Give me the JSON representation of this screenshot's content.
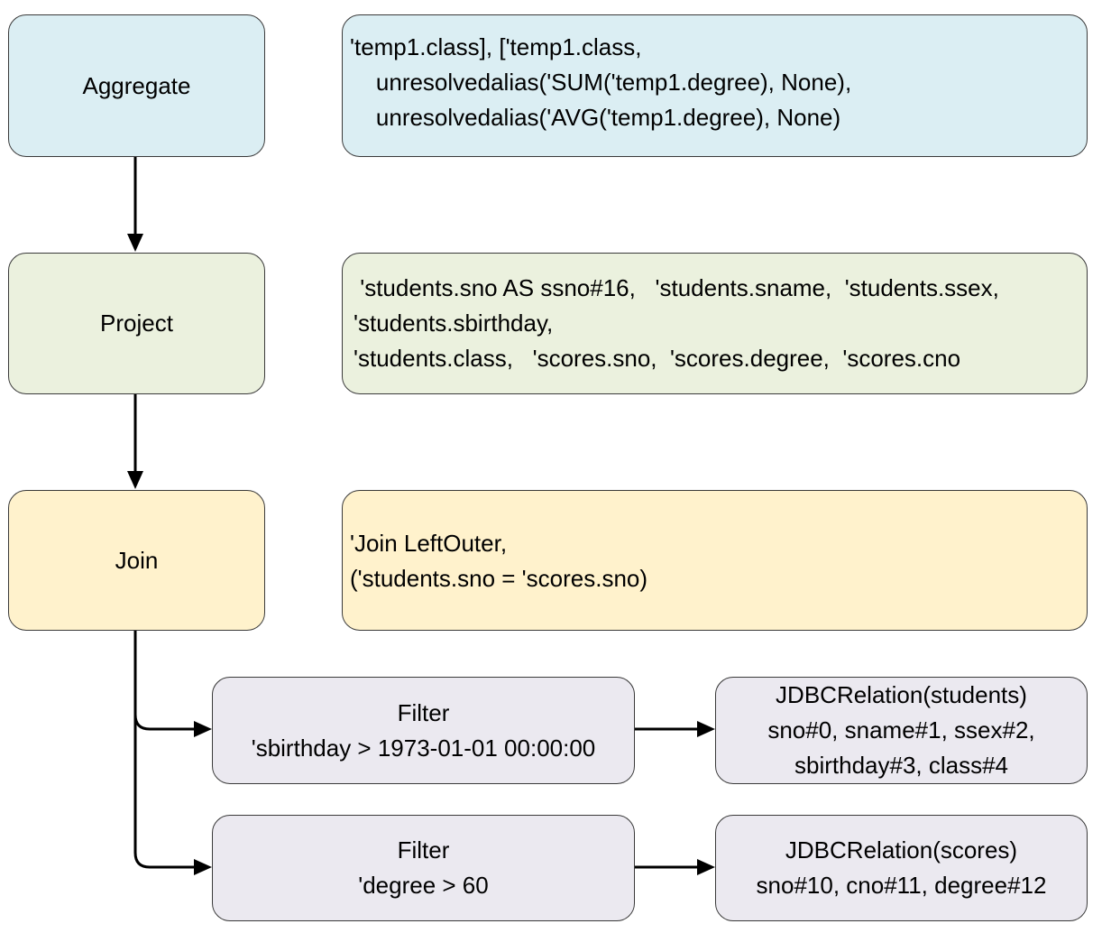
{
  "nodes": {
    "aggregate": {
      "label": "Aggregate",
      "detail": [
        "'temp1.class], ['temp1.class,",
        "    unresolvedalias('SUM('temp1.degree), None),",
        "    unresolvedalias('AVG('temp1.degree), None)"
      ]
    },
    "project": {
      "label": "Project",
      "detail": [
        " 'students.sno AS ssno#16,   'students.sname,  'students.ssex,",
        "'students.sbirthday,",
        "'students.class,   'scores.sno,  'scores.degree,  'scores.cno"
      ]
    },
    "join": {
      "label": "Join",
      "detail": [
        "'Join LeftOuter,",
        "('students.sno = 'scores.sno)"
      ]
    },
    "filter1": {
      "lines": [
        "Filter",
        "'sbirthday > 1973-01-01 00:00:00"
      ]
    },
    "relation1": {
      "lines": [
        "JDBCRelation(students)",
        "sno#0, sname#1, ssex#2,",
        "sbirthday#3, class#4"
      ]
    },
    "filter2": {
      "lines": [
        "Filter",
        "'degree > 60"
      ]
    },
    "relation2": {
      "lines": [
        "JDBCRelation(scores)",
        "sno#10, cno#11, degree#12"
      ]
    }
  },
  "colors": {
    "aggregate_fill": "#dbeef3",
    "project_fill": "#ebf1de",
    "join_fill": "#fff2cc",
    "leaf_fill": "#ebe9f0",
    "border": "#3a3a3a",
    "arrow": "#000000"
  }
}
